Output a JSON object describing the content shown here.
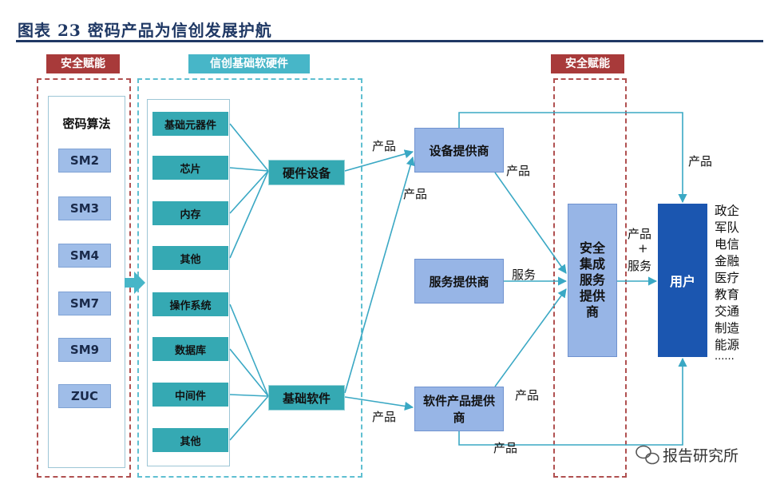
{
  "title": "图表 23 密码产品为信创发展护航",
  "headers": {
    "security_left": "安全赋能",
    "xinchuang": "信创基础软硬件",
    "security_right": "安全赋能"
  },
  "algorithms": {
    "title": "密码算法",
    "items": [
      "SM2",
      "SM3",
      "SM4",
      "SM7",
      "SM9",
      "ZUC"
    ]
  },
  "components": [
    "基础元器件",
    "芯片",
    "内存",
    "其他",
    "操作系统",
    "数据库",
    "中间件",
    "其他"
  ],
  "hardware": "硬件设备",
  "software": "基础软件",
  "providers": {
    "device": "设备提供商",
    "service": "服务提供商",
    "software": "软件产品提供商"
  },
  "integrator": "安全集成服务提供商",
  "user": "用户",
  "edge_labels": {
    "product": "产品",
    "service": "服务",
    "product_plus": "产品",
    "plus": "+",
    "plus_service": "服务"
  },
  "sectors": [
    "政企",
    "军队",
    "电信",
    "金融",
    "医疗",
    "教育",
    "交通",
    "制造",
    "能源",
    "......"
  ],
  "watermark": "报告研究所"
}
